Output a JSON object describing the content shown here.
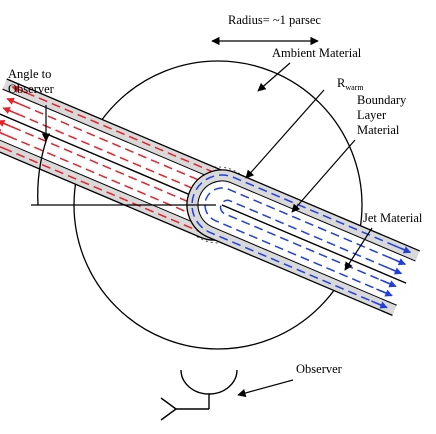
{
  "labels": {
    "radius": "Radius=  ~1  parsec",
    "ambient": "Ambient Material",
    "rwarm_main": "R",
    "rwarm_sub": "warm",
    "angle_line1": "Angle to",
    "angle_line2": "Observer",
    "boundary_line1": "Boundary",
    "boundary_line2": "Layer",
    "boundary_line3": "Material",
    "jet": "Jet Material",
    "observer": "Observer"
  },
  "colors": {
    "outline": "#000000",
    "boundary_fill": "#d9d9d9",
    "jet_receding": "#e8202a",
    "jet_approaching": "#1f3fe0"
  }
}
